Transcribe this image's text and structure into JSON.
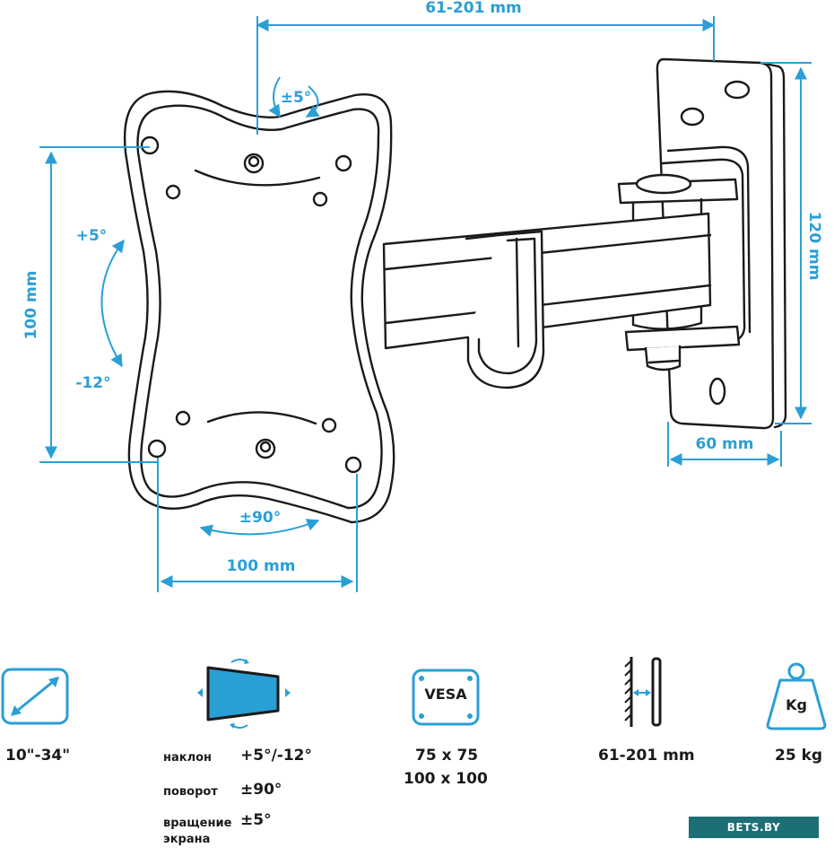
{
  "dimensions": {
    "extension": "61-201 mm",
    "plate_height": "100 mm",
    "plate_width": "100 mm",
    "wall_height": "120 mm",
    "wall_width": "60 mm",
    "tilt_up": "+5°",
    "tilt_down": "-12°",
    "swivel": "±90°",
    "rotation": "±5°"
  },
  "specs": {
    "screen_size": "10\"-34\"",
    "tilt_label": "наклон",
    "tilt_value": "+5°/-12°",
    "swivel_label": "поворот",
    "swivel_value": "±90°",
    "rotation_label_1": "вращение",
    "rotation_label_2": "экрана",
    "rotation_value": "±5°",
    "vesa_icon_text": "VESA",
    "vesa_1": "75 x 75",
    "vesa_2": "100 x 100",
    "distance": "61-201 mm",
    "weight_icon_text": "Kg",
    "weight": "25 kg"
  },
  "icons": [
    "diagonal-size-icon",
    "tilt-swivel-icon",
    "vesa-icon",
    "wall-distance-icon",
    "weight-icon"
  ],
  "brand": "BETS.BY",
  "colors": {
    "accent": "#2a9fd6",
    "line": "#1a1a1a",
    "brand": "#1d6f76"
  }
}
